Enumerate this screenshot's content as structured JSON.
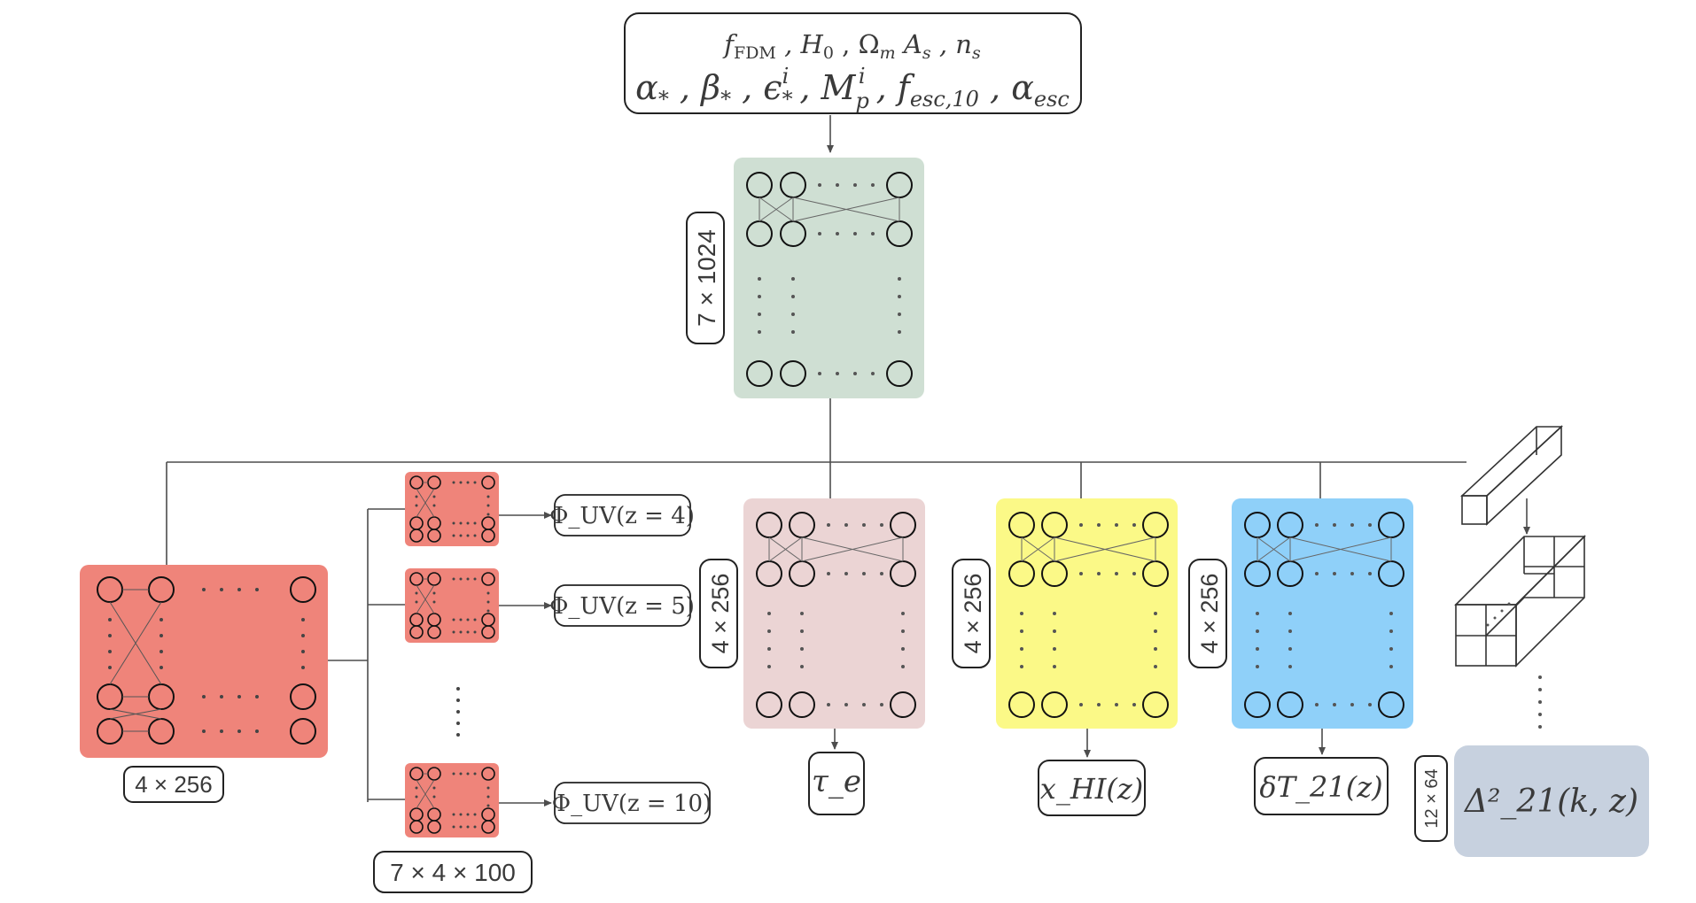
{
  "inputs": {
    "line1": "f_FDM , H_0 , Ω_m A_s , n_s",
    "line2": "α_* , β_* , ε_*^i , M_p^i , f_esc,10 , α_esc"
  },
  "trunk": {
    "size_label": "7 × 1024"
  },
  "uvlf": {
    "base_label": "4 × 256",
    "heads_label": "7 × 4 × 100",
    "outputs": [
      "Φ_UV(z = 4)",
      "Φ_UV(z = 5)",
      "Φ_UV(z = 10)"
    ]
  },
  "tau": {
    "size_label": "4 × 256",
    "output": "τ_e"
  },
  "xhi": {
    "size_label": "4 × 256",
    "output": "x_HI(z)"
  },
  "dt21": {
    "size_label": "4 × 256",
    "output": "δT_21(z)"
  },
  "ps": {
    "size_label": "12 × 64",
    "output": "Δ²_21(k, z)"
  },
  "colors": {
    "trunk": "#cfdfd3",
    "uvlf": "#ef847a",
    "tau": "#ebd4d4",
    "xhi": "#fbf987",
    "dt21": "#8fd0f9",
    "ps": "#c7d1df",
    "line": "#4d4d4d",
    "text": "#3a3a3a"
  }
}
